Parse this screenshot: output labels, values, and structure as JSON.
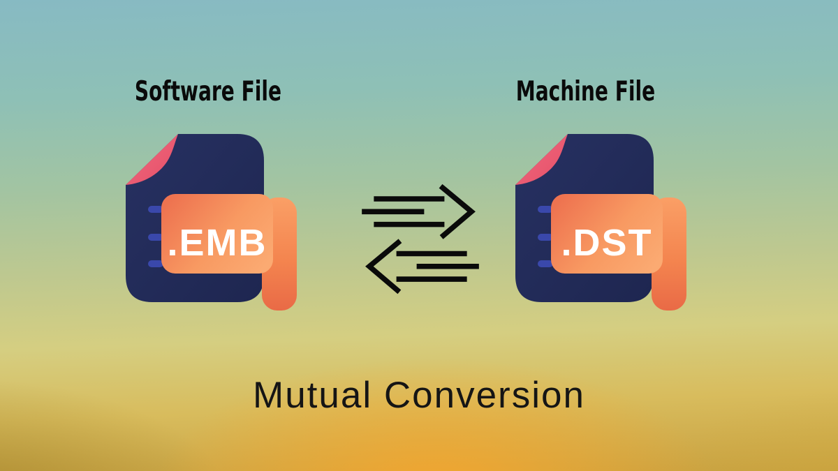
{
  "illustration": {
    "left": {
      "heading": "Software File",
      "file_extension": ".EMB",
      "icon": "document-file-icon"
    },
    "right": {
      "heading": "Machine File",
      "file_extension": ".DST",
      "icon": "document-file-icon"
    },
    "swap_icon": "bidirectional-transfer-arrows-icon",
    "caption": "Mutual Conversion",
    "colors": {
      "background_top": "#87bac3",
      "background_middle": "#bdc890",
      "background_bottom_center": "#eaa93f",
      "document_body": "#232b5b",
      "document_fold": "#eb5a70",
      "document_lines": "#3a48ab",
      "label_left": "#ee7350",
      "label_right": "#fba972",
      "curl": "#ec6f4b",
      "extension_text": "#ffffff",
      "heading_text": "#0a0a0a",
      "caption_text": "#151515",
      "arrows": "#0a0a0a"
    }
  }
}
